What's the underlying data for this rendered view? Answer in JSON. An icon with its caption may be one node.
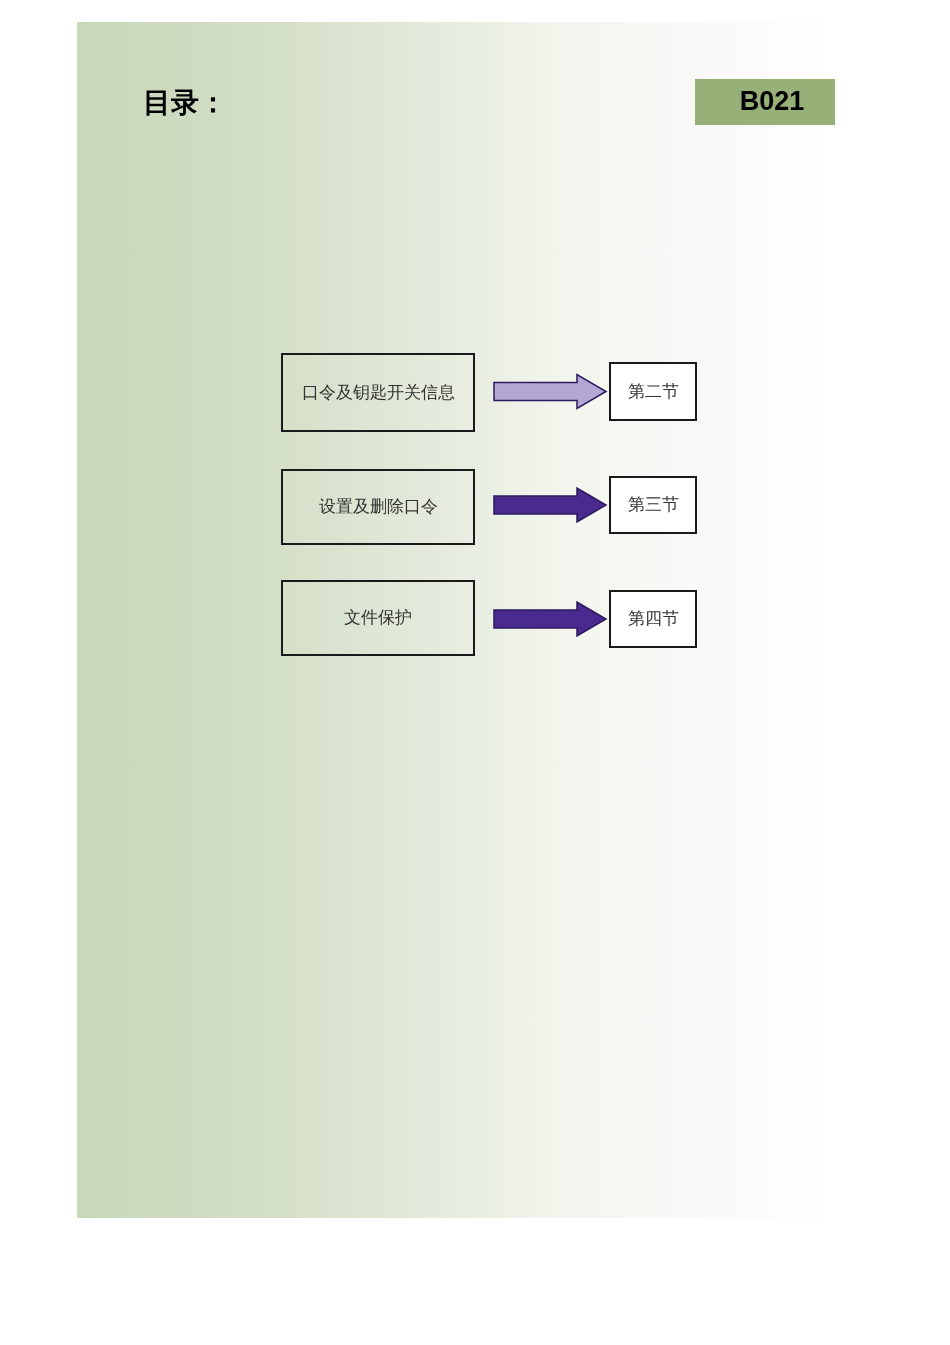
{
  "diagram": {
    "title": "目录：",
    "nodes": [
      {
        "text": [
          "B021"
        ]
      },
      {
        "text": [
          "口令及钥匙开关信息"
        ]
      },
      {
        "text": [
          "第二节"
        ]
      },
      {
        "text": [
          "设置及删除口令"
        ]
      },
      {
        "text": [
          "第三节"
        ]
      },
      {
        "text": [
          "文件保护"
        ]
      },
      {
        "text": [
          "第四节"
        ]
      }
    ],
    "edges": [
      {
        "from": 1,
        "to": 2,
        "arrow": "to",
        "color": "#b3a8d3"
      },
      {
        "from": 3,
        "to": 4,
        "arrow": "to"
      },
      {
        "from": 5,
        "to": 6,
        "arrow": "to"
      }
    ]
  }
}
